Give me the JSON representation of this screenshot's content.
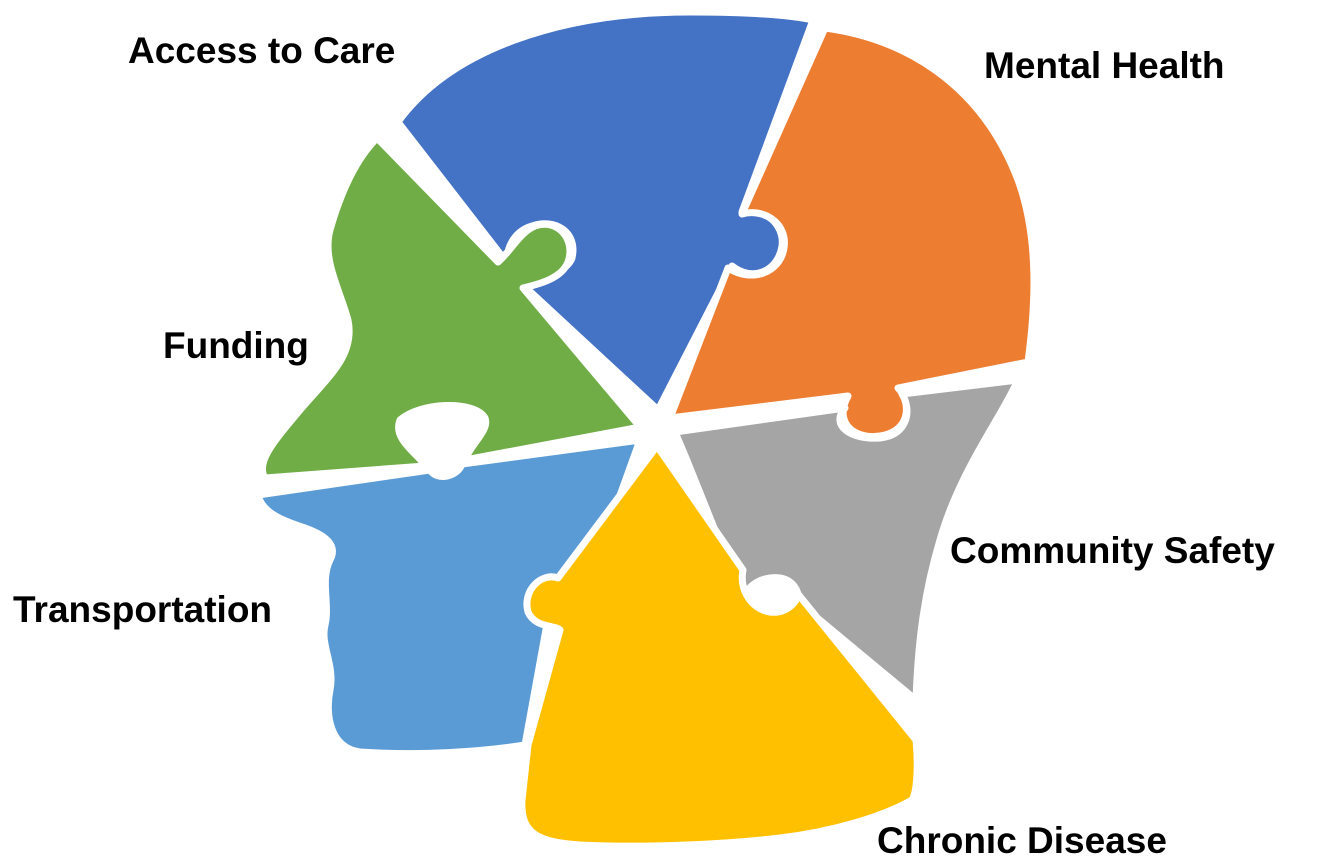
{
  "diagram": {
    "pieces": [
      {
        "id": "access",
        "label": "Access to Care",
        "color": "#4472C4"
      },
      {
        "id": "mental",
        "label": "Mental Health",
        "color": "#ED7D31"
      },
      {
        "id": "funding",
        "label": "Funding",
        "color": "#70AD47"
      },
      {
        "id": "transport",
        "label": "Transportation",
        "color": "#5B9BD5"
      },
      {
        "id": "safety",
        "label": "Community Safety",
        "color": "#A5A5A5"
      },
      {
        "id": "chronic",
        "label": "Chronic Disease",
        "color": "#FFC000"
      }
    ]
  }
}
